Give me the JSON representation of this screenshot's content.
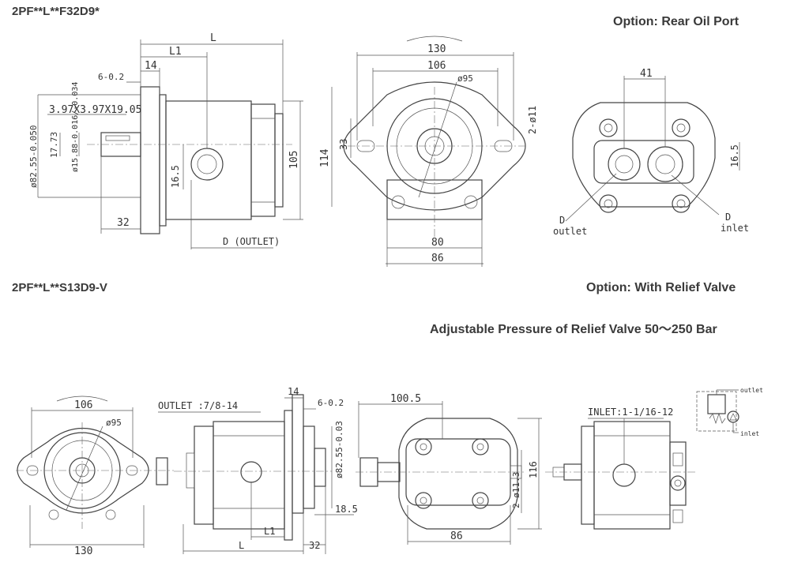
{
  "header": {
    "model_top": "2PF**L**F32D9*",
    "option_top": "Option: Rear Oil Port",
    "model_bottom": "2PF**L**S13D9-V",
    "option_bottom": "Option: With Relief Valve",
    "pressure_note": "Adjustable Pressure of Relief Valve  50～250 Bar"
  },
  "top_side_view": {
    "dim_L": "L",
    "dim_L1": "L1",
    "dim_14": "14",
    "dim_6": "6-0.2",
    "shaft_key": "3.97X3.97X19.05",
    "dim_82_55": "ø82.55-0.050",
    "dim_17_73": "17.73",
    "dim_15_88": "ø15.88-0.016/-0.034",
    "dim_16_5": "16.5",
    "dim_105": "105",
    "dim_32": "32",
    "outlet_label": "D (OUTLET)"
  },
  "top_front_view": {
    "dim_130": "130",
    "dim_106": "106",
    "dim_95": "ø95",
    "dim_2_11": "2-ø11",
    "dim_114": "114",
    "dim_33": "33",
    "dim_80": "80",
    "dim_86": "86"
  },
  "top_rear_view": {
    "dim_41": "41",
    "dim_16_5": "16.5",
    "outlet_D": "D",
    "outlet_label": "outlet",
    "inlet_D": "D",
    "inlet_label": "inlet"
  },
  "bottom_front_view": {
    "dim_106": "106",
    "dim_95": "ø95",
    "dim_130": "130"
  },
  "bottom_side_view": {
    "outlet_label": "OUTLET :7/8-14",
    "dim_14": "14",
    "dim_6": "6-0.2",
    "dim_82_55": "ø82.55-0.03",
    "dim_18_5": "18.5",
    "dim_L1": "L1",
    "dim_L": "L",
    "dim_32": "32"
  },
  "bottom_rear_view": {
    "dim_100_5": "100.5",
    "dim_116": "116",
    "dim_2_11_3": "2-ø11.3",
    "dim_86": "86"
  },
  "bottom_inlet_view": {
    "inlet_label": "INLET:1-1/16-12"
  },
  "valve_symbol": {
    "outlet_label": "outlet",
    "inlet_label": "inlet"
  }
}
